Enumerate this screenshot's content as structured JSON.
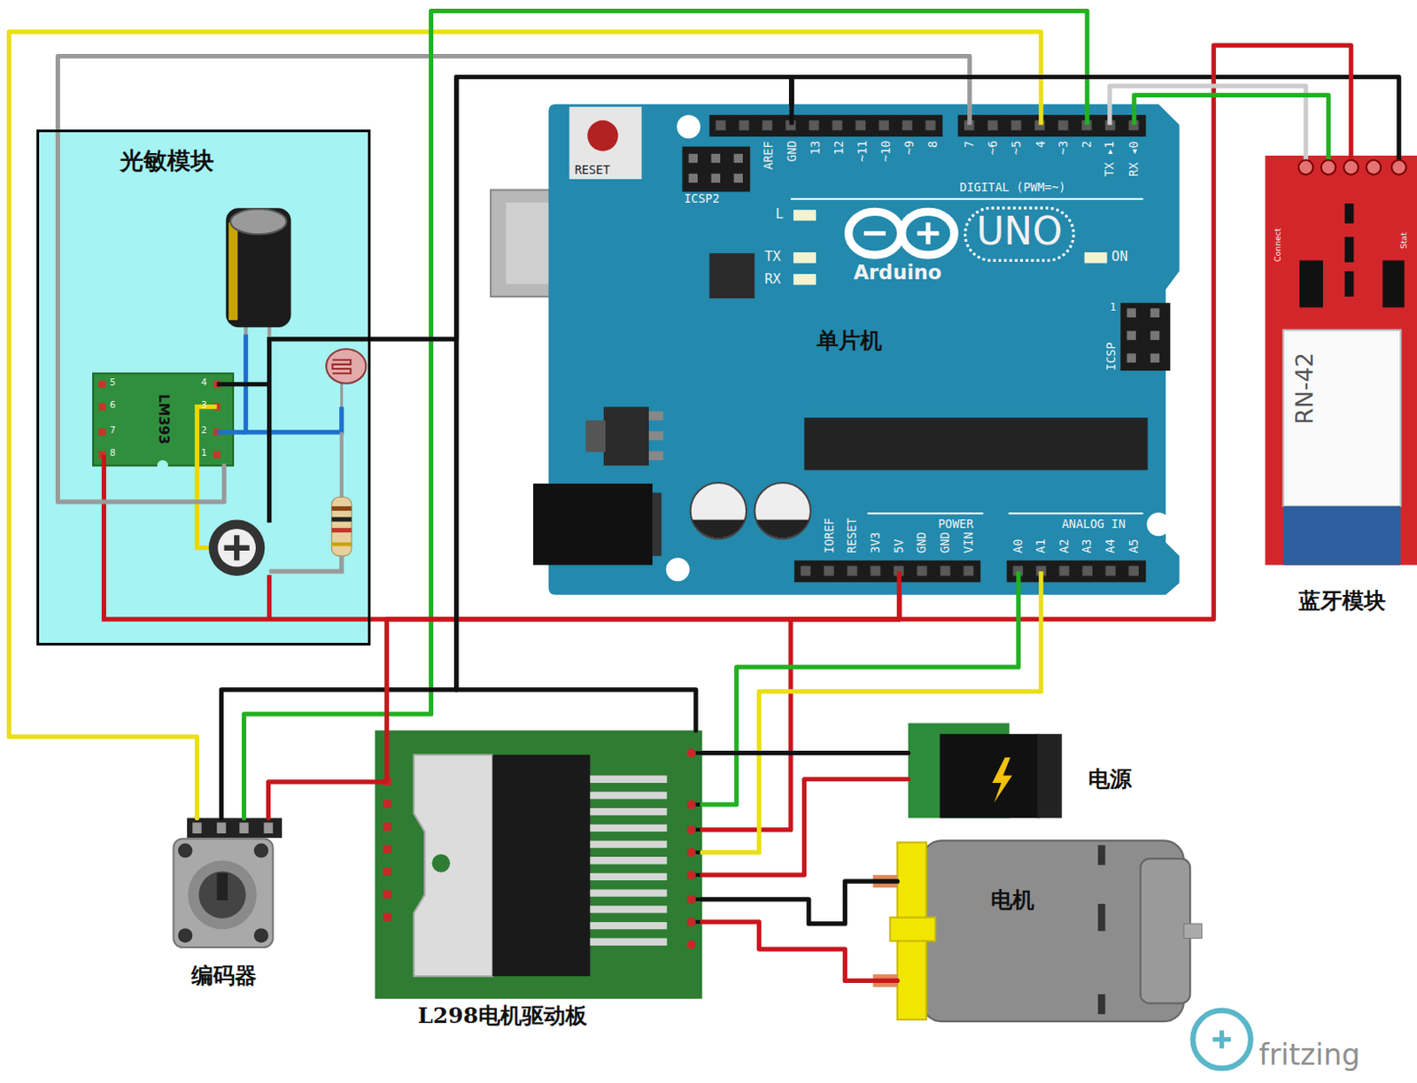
{
  "diagram": {
    "nodes": [
      {
        "text": [
          "光敏模块"
        ]
      },
      {
        "text": [
          "LM393"
        ],
        "in": 0
      },
      {
        "text": [
          "单片机"
        ]
      },
      {
        "text": [
          "蓝牙模块"
        ]
      },
      {
        "text": [
          "RN-42"
        ],
        "in": 3
      },
      {
        "text": [
          "编码器"
        ]
      },
      {
        "text": [
          "L298电机驱动板"
        ]
      },
      {
        "text": [
          "电源"
        ]
      },
      {
        "text": [
          "电机"
        ]
      }
    ],
    "edges": [
      {
        "from": 2,
        "to": 1,
        "arrow": "none"
      },
      {
        "from": 2,
        "to": 5,
        "arrow": "none"
      },
      {
        "from": 2,
        "to": 5,
        "arrow": "none"
      },
      {
        "from": 2,
        "to": 5,
        "arrow": "none"
      },
      {
        "from": 2,
        "to": 5,
        "arrow": "none"
      },
      {
        "from": 2,
        "to": 0,
        "arrow": "none"
      },
      {
        "from": 2,
        "to": 0,
        "arrow": "none"
      },
      {
        "from": 2,
        "to": 3,
        "arrow": "none"
      },
      {
        "from": 2,
        "to": 3,
        "arrow": "none"
      },
      {
        "from": 2,
        "to": 3,
        "arrow": "none"
      },
      {
        "from": 2,
        "to": 3,
        "arrow": "none"
      },
      {
        "from": 2,
        "to": 6,
        "arrow": "none"
      },
      {
        "from": 2,
        "to": 6,
        "arrow": "none"
      },
      {
        "from": 2,
        "to": 6,
        "arrow": "none"
      },
      {
        "from": 2,
        "to": 6,
        "arrow": "none"
      },
      {
        "from": 6,
        "to": 7,
        "arrow": "none"
      },
      {
        "from": 6,
        "to": 7,
        "arrow": "none"
      },
      {
        "from": 6,
        "to": 8,
        "arrow": "none"
      },
      {
        "from": 6,
        "to": 8,
        "arrow": "none"
      }
    ],
    "labels": [
      "RESET",
      "ICSP2",
      "AREF",
      "GND",
      "13",
      "12",
      "~11",
      "~10",
      "~9",
      "8",
      "7",
      "~6",
      "~5",
      "4",
      "~3",
      "2",
      "TX ▸1",
      "RX ◂0",
      "DIGITAL (PWM=~)",
      "L",
      "TX",
      "RX",
      "UNO",
      "Arduino",
      "ON",
      "1",
      "ICSP",
      "IOREF",
      "RESET",
      "3V3",
      "5V",
      "GND",
      "GND",
      "VIN",
      "POWER",
      "ANALOG IN",
      "A0",
      "A1",
      "A2",
      "A3",
      "A4",
      "A5",
      "Connect",
      "Stat",
      "5",
      "6",
      "7",
      "8",
      "4",
      "3",
      "2",
      "1",
      "fritzing"
    ]
  }
}
